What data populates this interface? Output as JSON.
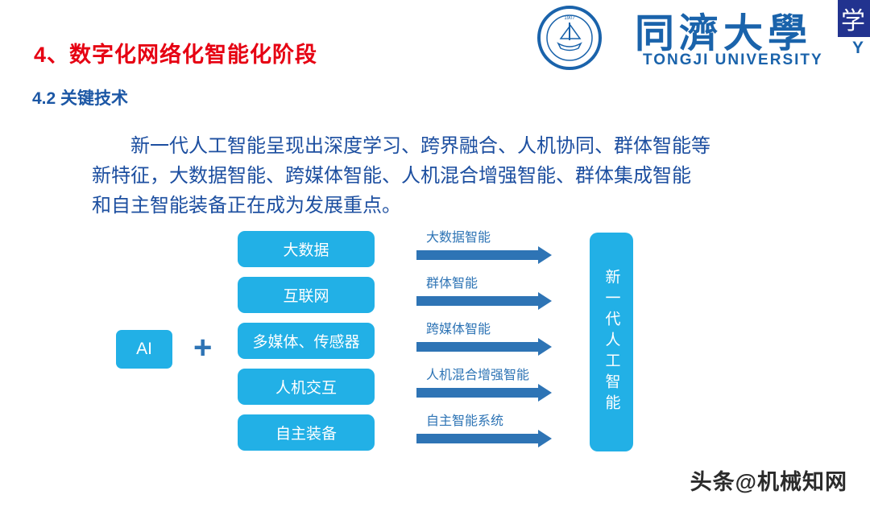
{
  "slide": {
    "title": "4、数字化网络化智能化阶段",
    "subtitle": "4.2 关键技术",
    "paragraph": {
      "line1": "新一代人工智能呈现出深度学习、跨界融合、人机协同、群体智能等",
      "line2": "新特征，大数据智能、跨媒体智能、人机混合增强智能、群体集成智能",
      "line3": "和自主智能装备正在成为发展重点。"
    },
    "watermark": "头条@机械知网"
  },
  "logo": {
    "cn": "同濟大學",
    "en": "TONGJI UNIVERSITY",
    "corner_char": "学",
    "corner_letter": "Y"
  },
  "diagram": {
    "ai": "AI",
    "plus": "+",
    "inputs": [
      "大数据",
      "互联网",
      "多媒体、传感器",
      "人机交互",
      "自主装备"
    ],
    "arrows": [
      "大数据智能",
      "群体智能",
      "跨媒体智能",
      "人机混合增强智能",
      "自主智能系统"
    ],
    "output": "新一代人工智能"
  },
  "colors": {
    "title_red": "#e60012",
    "text_blue": "#1d4fa0",
    "box_cyan": "#22b0e6",
    "arrow_blue": "#2e74b5",
    "logo_blue": "#1a63ab"
  }
}
